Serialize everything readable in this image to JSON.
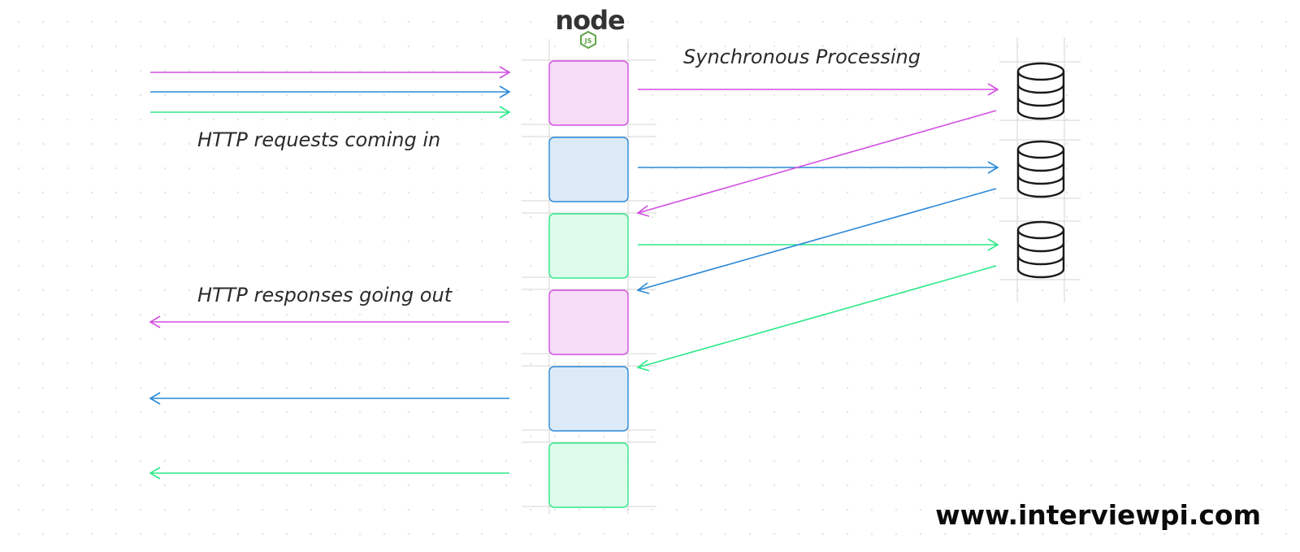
{
  "labels": {
    "requests": "HTTP requests coming in",
    "responses": "HTTP responses going out",
    "processing": "Synchronous Processing"
  },
  "logo": {
    "text": "node",
    "badge": "JS"
  },
  "watermark": "www.interviewpi.com",
  "colors": {
    "magenta": "#d24fe0",
    "blue": "#2a88d8",
    "green": "#2ee88a",
    "magenta_fill": "#f6dcf7",
    "blue_fill": "#dceaf8",
    "green_fill": "#ddfbea",
    "node_green": "#5ea547",
    "node_dark": "#333333"
  },
  "icons": [
    "database-icon",
    "database-icon",
    "database-icon",
    "nodejs-logo-icon"
  ]
}
